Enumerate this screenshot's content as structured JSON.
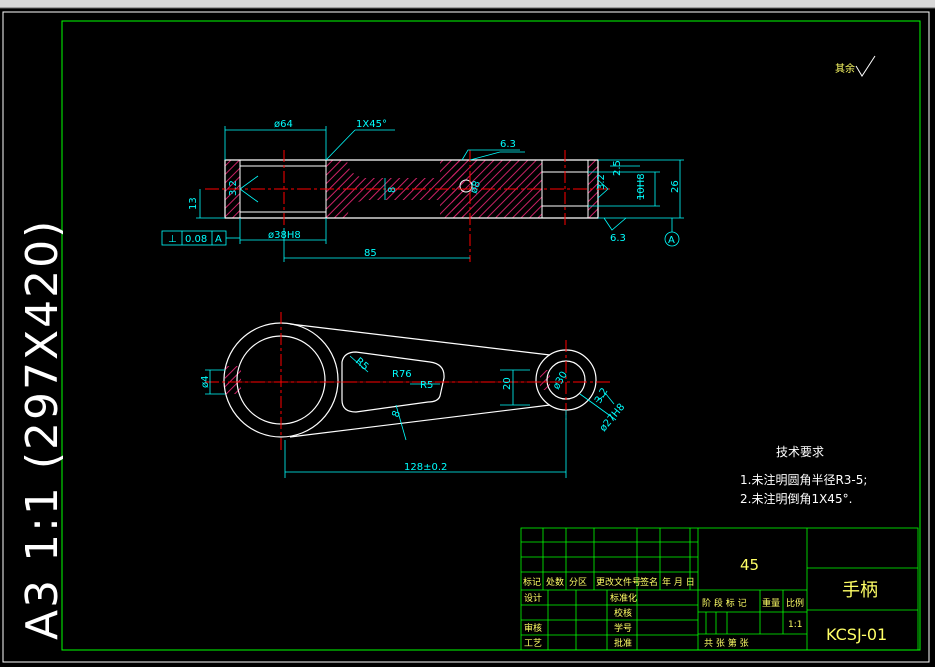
{
  "sheet": {
    "side_label": "A3 1:1 (297X420)",
    "surface_symbol_label": "其余",
    "colors": {
      "background": "#000000",
      "frame": "#00ff00",
      "outline": "#ffffff",
      "dimension": "#00ffff",
      "center_line": "#ff0000",
      "hatch": "#cc2266",
      "title_text": "#ffff66"
    }
  },
  "section_view": {
    "dims": {
      "d64": "ø64",
      "chamfer": "1X45°",
      "rough_top": "6.3",
      "rough_bottom": "6.3",
      "d13": "13",
      "d32": "3.2",
      "d8": "8",
      "d8b": "ø8",
      "d26": "26",
      "d25": "2.5",
      "d10": "10H8",
      "d32b": "3.2",
      "tolerance": "0.08",
      "datum_ref": "A",
      "perp_symbol": "⊥",
      "bore": "ø38H8",
      "d85": "85",
      "datum_label": "A"
    }
  },
  "plan_view": {
    "dims": {
      "d4": "ø4",
      "r5": "R5",
      "r76": "R76",
      "r5b": "R5",
      "d8": "8",
      "d20": "20",
      "d30": "ø30",
      "d32": "3.2",
      "d27": "ø27H8",
      "d128": "128±0.2"
    }
  },
  "tech_req": {
    "title": "技术要求",
    "line1": "1.未注明圆角半径R3-5;",
    "line2": "2.未注明倒角1X45°."
  },
  "title_block": {
    "material": "45",
    "part_name": "手柄",
    "drawing_no": "KCSJ-01",
    "row_labels": {
      "mark": "标记",
      "count": "处数",
      "zone": "分区",
      "change_doc": "更改文件号",
      "signature": "签名",
      "date": "年 月 日"
    },
    "design": "设计",
    "standardize": "标准化",
    "review": "审核",
    "process": "工艺",
    "approve": "批准",
    "stage_label": "阶 段 标 记",
    "weight_label": "重量",
    "scale_label": "比例",
    "scale_value": "1:1",
    "sheet_info": "共   张   第   张",
    "check": "校核",
    "process2": "学号"
  }
}
